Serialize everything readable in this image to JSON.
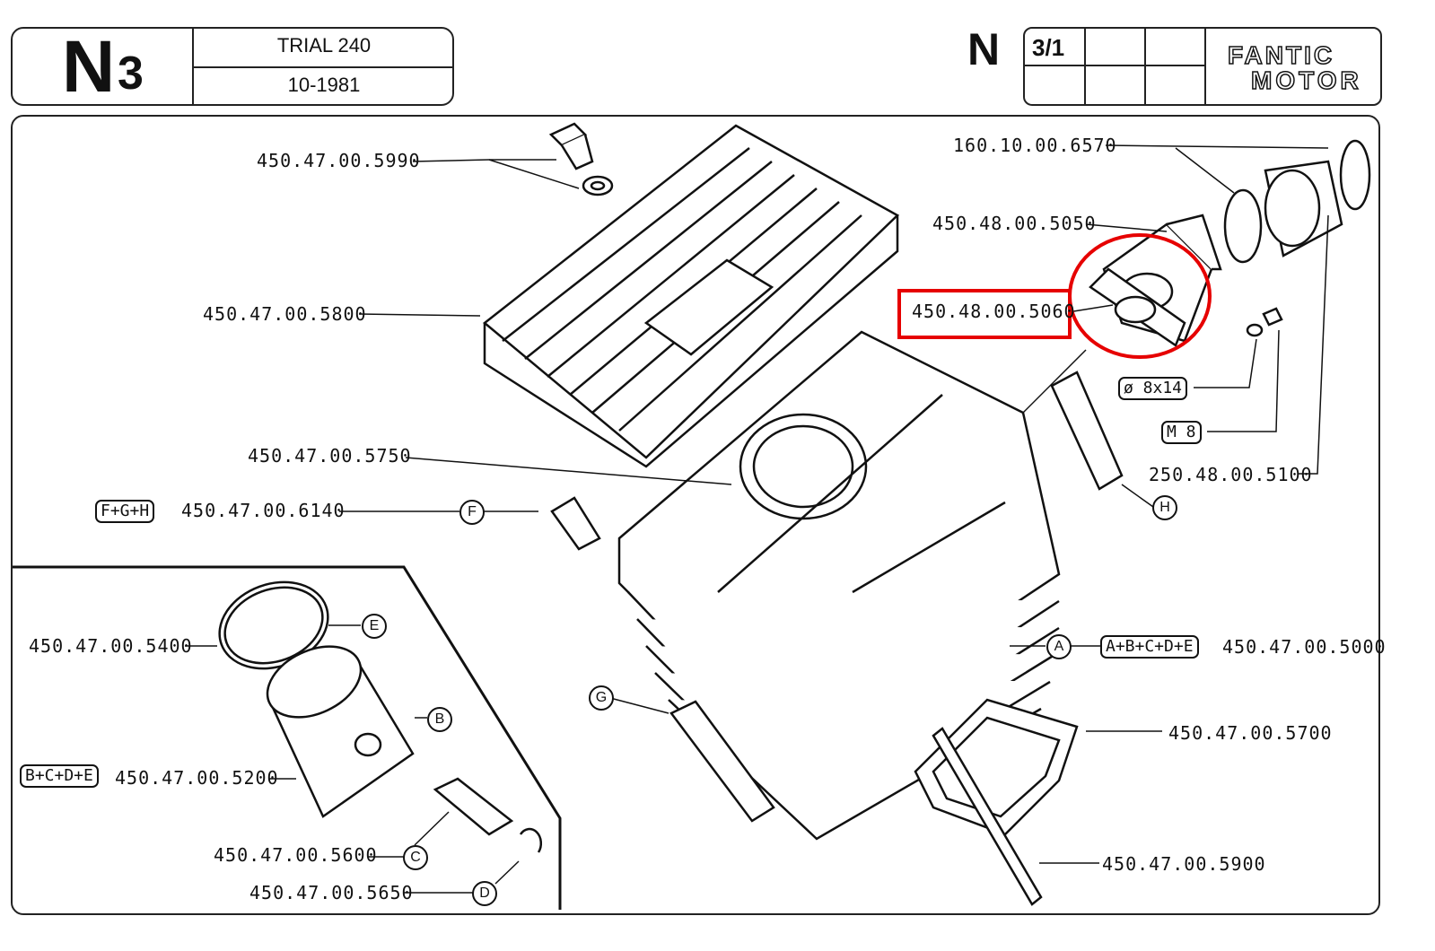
{
  "header": {
    "code_letter": "N",
    "code_number": "3",
    "model": "TRIAL 240",
    "date": "10-1981",
    "section_letter": "N",
    "page": "3/1",
    "brand_line1": "FANTIC",
    "brand_line2": "MOTOR"
  },
  "parts": {
    "p5990": "450.47.00.5990",
    "p5800": "450.47.00.5800",
    "p5750": "450.47.00.5750",
    "p6140": "450.47.00.6140",
    "p5400": "450.47.00.5400",
    "p5200": "450.47.00.5200",
    "p5600": "450.47.00.5600",
    "p5650": "450.47.00.5650",
    "p6570": "160.10.00.6570",
    "p5050": "450.48.00.5050",
    "p5060": "450.48.00.5060",
    "p5100": "250.48.00.5100",
    "p5000": "450.47.00.5000",
    "p5700": "450.47.00.5700",
    "p5900": "450.47.00.5900"
  },
  "tags": {
    "fgh": "F+G+H",
    "abcde": "A+B+C+D+E",
    "bcde": "B+C+D+E",
    "washer": "ø 8x14",
    "nut": "M 8"
  },
  "callouts": {
    "a": "A",
    "b": "B",
    "c": "C",
    "d": "D",
    "e": "E",
    "f": "F",
    "g": "G",
    "h": "H"
  },
  "highlight_color": "#e60000"
}
